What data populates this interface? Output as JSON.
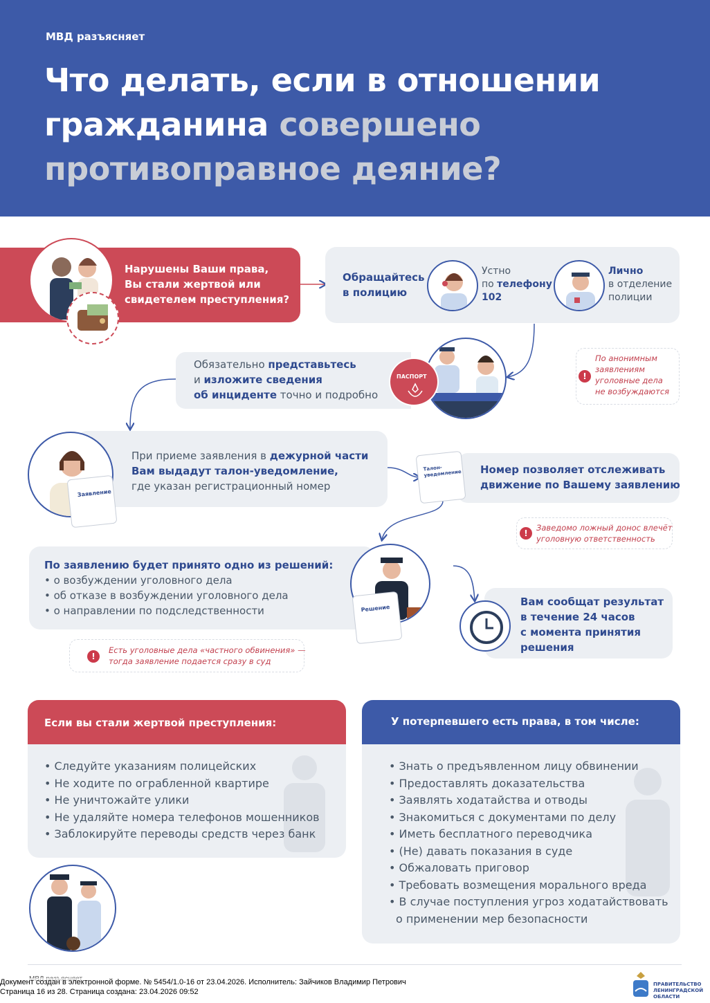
{
  "header": {
    "kicker": "МВД разъясняет",
    "title_line1": "Что делать, если в отношении",
    "title_line2_white": "гражданина ",
    "title_line2_grey": "совершено",
    "title_line3_grey": "противоправное деяние?"
  },
  "step1": {
    "text_line1": "Нарушены Ваши права,",
    "text_line2": "Вы стали жертвой или",
    "text_line3": "свидетелем преступления?"
  },
  "police": {
    "label_line1": "Обращайтесь",
    "label_line2": "в полицию",
    "phone_line1": "Устно",
    "phone_line2_a": "по ",
    "phone_line2_b": "телефону",
    "phone_line3": "102",
    "visit_line1": "Лично",
    "visit_line2": "в отделение",
    "visit_line3": "полиции"
  },
  "introduce": {
    "l1_a": "Обязательно ",
    "l1_b": "представьтесь",
    "l2_a": "и ",
    "l2_b": "изложите сведения",
    "l3_a": "об инциденте",
    "l3_b": " точно и подробно",
    "passport_label": "ПАСПОРТ"
  },
  "note_anonymous": {
    "l1": "По анонимным",
    "l2": "заявлениям",
    "l3": "уголовные дела",
    "l4": "не возбуждаются"
  },
  "statement": {
    "l1_a": "При приеме заявления в ",
    "l1_b": "дежурной части",
    "l2": "Вам выдадут талон-уведомление,",
    "l3": "где указан регистрационный номер",
    "doc_label": "Заявление"
  },
  "tracking": {
    "ticket_label": "Талон-уведомление",
    "l1": "Номер позволяет отслеживать",
    "l2": "движение по Вашему заявлению"
  },
  "note_false": {
    "l1": "Заведомо ложный донос влечёт",
    "l2": "уголовную ответственность"
  },
  "decisions": {
    "heading": "По заявлению будет принято одно из решений:",
    "items": [
      "• о возбуждении уголовного дела",
      "• об отказе в возбуждении уголовного дела",
      "• о направлении по подследственности"
    ],
    "doc_label": "Решение"
  },
  "result": {
    "l1": "Вам сообщат результат",
    "l2": "в течение 24 часов",
    "l3": "с момента принятия",
    "l4": "решения"
  },
  "note_private": {
    "l1": "Есть уголовные дела «частного обвинения» —",
    "l2": "тогда заявление подается сразу в суд"
  },
  "victim_card": {
    "heading": "Если вы стали жертвой преступления:",
    "items": [
      "• Следуйте указаниям полицейских",
      "• Не ходите по ограбленной квартире",
      "• Не уничтожайте улики",
      "• Не удаляйте номера телефонов мошенников",
      "• Заблокируйте переводы средств через банк"
    ]
  },
  "rights_card": {
    "heading": "У потерпевшего есть права, в том числе:",
    "items": [
      "• Знать о предъявленном лицу обвинении",
      "• Предоставлять доказательства",
      "• Заявлять ходатайства и отводы",
      "• Знакомиться с документами по делу",
      "• Иметь бесплатного переводчика",
      "• (Не) давать показания в суде",
      "• Обжаловать приговор",
      "• Требовать возмещения морального вреда",
      "• В случае поступления угроз ходатайствовать",
      "о применении мер безопасности"
    ]
  },
  "footer": {
    "mvd_small": "МВД разъясняет",
    "doc_line1": "Документ создан в электронной форме. № 5454/1.0-16 от 23.04.2026. Исполнитель: Зайчиков Владимир Петрович",
    "doc_line2": "Страница 16 из 28. Страница создана: 23.04.2026 09:52",
    "gov_l1": "ПРАВИТЕЛЬСТВО",
    "gov_l2": "ЛЕНИНГРАДСКОЙ",
    "gov_l3": "ОБЛАСТИ"
  },
  "colors": {
    "brand_blue": "#3d5aa8",
    "alert_red": "#cc4a57",
    "panel_grey": "#eceff3"
  }
}
